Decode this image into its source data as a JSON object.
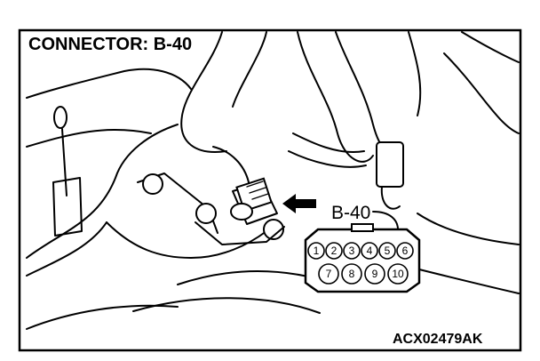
{
  "title": "CONNECTOR: B-40",
  "callout_label": "B-40",
  "figure_code": "ACX02479AK",
  "connector_pins": {
    "top_row": [
      "1",
      "2",
      "3",
      "4",
      "5",
      "6"
    ],
    "bottom_row": [
      "7",
      "8",
      "9",
      "10"
    ]
  }
}
